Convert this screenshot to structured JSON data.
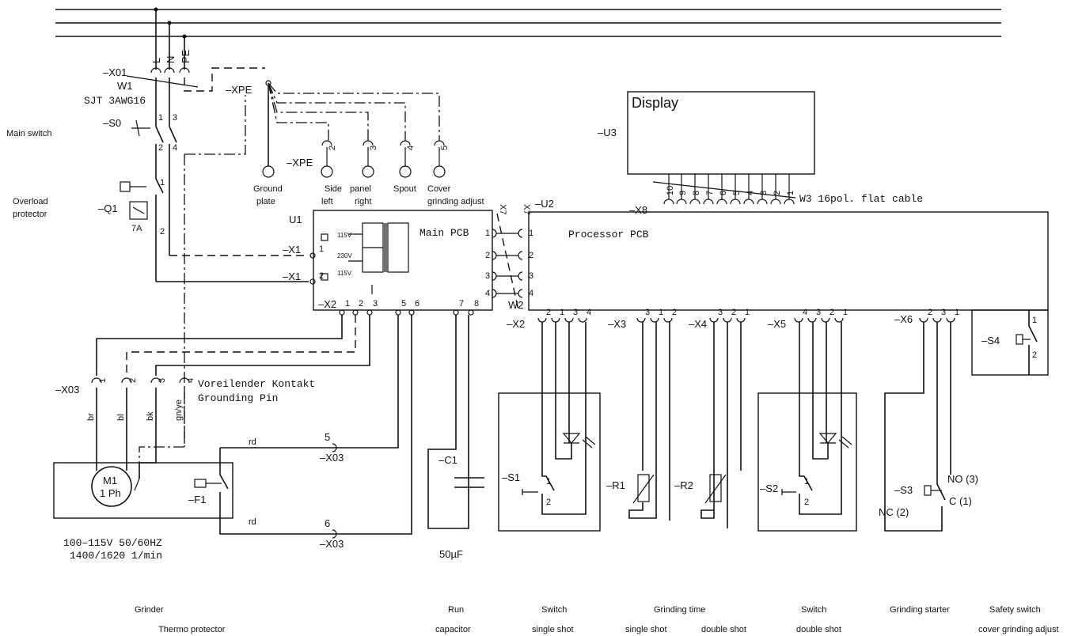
{
  "supply": {
    "L": "L",
    "N": "N",
    "PE": "PE"
  },
  "components": {
    "x01": "–X01",
    "w1": "W1",
    "w1_cable": "SJT 3AWG16",
    "main_switch": "Main switch",
    "s0": "–S0",
    "overload_line1": "Overload",
    "overload_line2": "protector",
    "q1": "–Q1",
    "q1_rating": "7A",
    "xpe_top": "–XPE",
    "xpe_mid": "–XPE",
    "ground_plate_1": "Ground",
    "ground_plate_2": "plate",
    "side_panel_1": "Side",
    "side_panel_2": "panel",
    "side_left": "left",
    "side_right": "right",
    "spout": "Spout",
    "cover_1": "Cover",
    "cover_2": "grinding adjust",
    "display": "Display",
    "u3": "–U3",
    "x8_top": "–X8",
    "w3": "W3 16pol. flat cable",
    "u1": "U1",
    "main_pcb": "Main PCB",
    "u2": "–U2",
    "processor_pcb": "Processor PCB",
    "x1_a": "–X1",
    "x1_b": "–X1",
    "x2_main": "–X2",
    "v115_a": "115V",
    "v230": "230V",
    "v115_b": "115V",
    "x2_proc": "–X2",
    "x3": "–X3",
    "x4": "–X4",
    "x5": "–X5",
    "x6": "–X6",
    "x7": "X7",
    "x7b": "X7",
    "w2": "W2",
    "s4": "–S4",
    "x03": "–X03",
    "wire_br": "br",
    "wire_bl": "bl",
    "wire_bk": "bk",
    "wire_gnye": "gn/ye",
    "grounding_1": "Voreilender Kontakt",
    "grounding_2": "Grounding Pin",
    "rd_a": "rd",
    "rd_b": "rd",
    "pin5": "5",
    "pin6": "6",
    "x03_5": "–X03",
    "x03_6": "–X03",
    "m1_a": "M1",
    "m1_b": "1 Ph",
    "f1": "–F1",
    "motor_spec_1": "100–115V 50/60HZ",
    "motor_spec_2": "1400/1620 1/min",
    "c1": "–C1",
    "c1_value": "50µF",
    "s1": "–S1",
    "r1": "–R1",
    "r2": "–R2",
    "s2": "–S2",
    "s3": "–S3",
    "no3": "NO (3)",
    "c1pin": "C (1)",
    "nc2": "NC (2)"
  },
  "captions": {
    "grinder": "Grinder",
    "thermo": "Thermo protector",
    "run": "Run",
    "capacitor": "capacitor",
    "switch1": "Switch",
    "single_shot_a": "single shot",
    "grinding_time": "Grinding time",
    "single_shot_b": "single shot",
    "double_shot_a": "double shot",
    "switch2": "Switch",
    "double_shot_b": "double shot",
    "grinding_starter": "Grinding starter",
    "safety_switch": "Safety switch",
    "cover_grinding_adjust": "cover grinding adjust"
  },
  "pins": {
    "one": "1",
    "two": "2",
    "three": "3",
    "four": "4",
    "five": "5",
    "six": "6",
    "seven": "7",
    "eight": "8",
    "nine": "9",
    "ten": "10"
  }
}
